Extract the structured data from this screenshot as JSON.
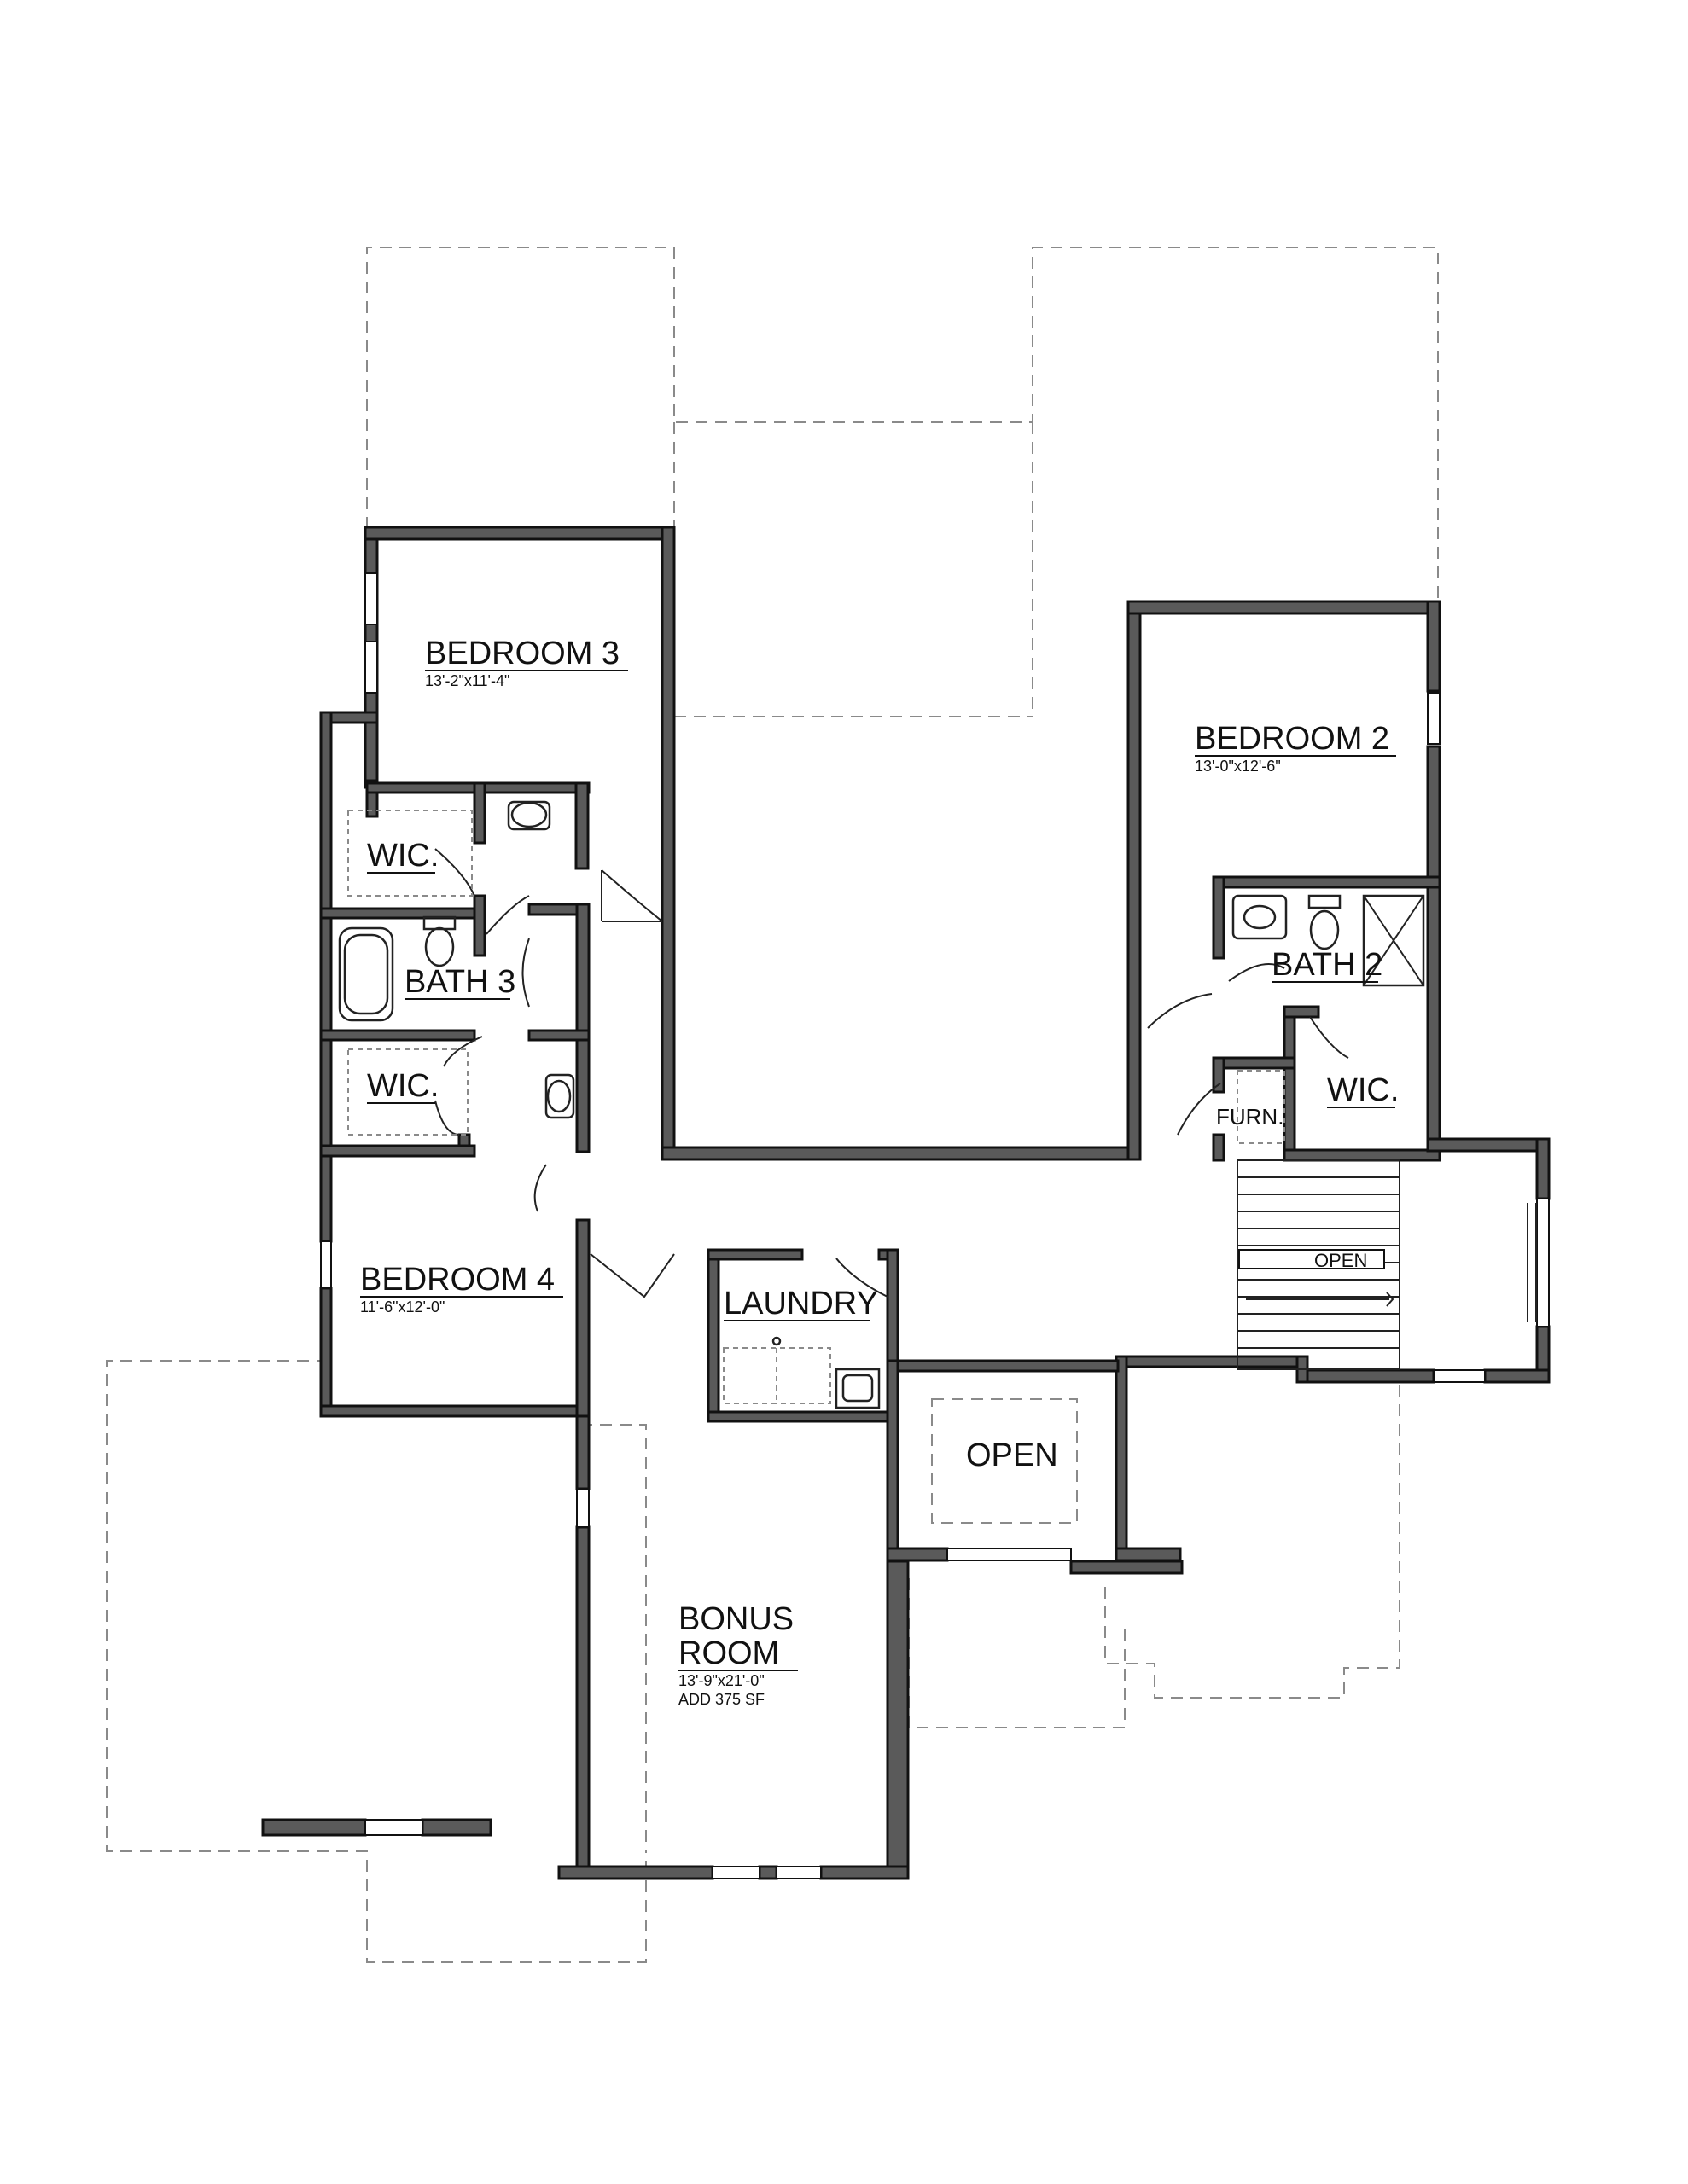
{
  "rooms": {
    "bedroom3": {
      "name": "BEDROOM 3",
      "dims": "13'-2\"x11'-4\""
    },
    "bedroom2": {
      "name": "BEDROOM 2",
      "dims": "13'-0\"x12'-6\""
    },
    "bedroom4": {
      "name": "BEDROOM 4",
      "dims": "11'-6\"x12'-0\""
    },
    "wic_upper": {
      "name": "WIC."
    },
    "wic_lower": {
      "name": "WIC."
    },
    "wic_right": {
      "name": "WIC."
    },
    "bath3": {
      "name": "BATH 3"
    },
    "bath2": {
      "name": "BATH 2"
    },
    "furn": {
      "name": "FURN."
    },
    "laundry": {
      "name": "LAUNDRY"
    },
    "open_center": {
      "name": "OPEN"
    },
    "open_stair": {
      "name": "OPEN"
    },
    "bonus": {
      "name_line1": "BONUS",
      "name_line2": "ROOM",
      "dims": "13'-9\"x21'-0\"",
      "note": "ADD 375 SF"
    }
  },
  "colors": {
    "wall": "#5a5a5a",
    "line": "#111111",
    "dashed": "#8a8a8a"
  }
}
